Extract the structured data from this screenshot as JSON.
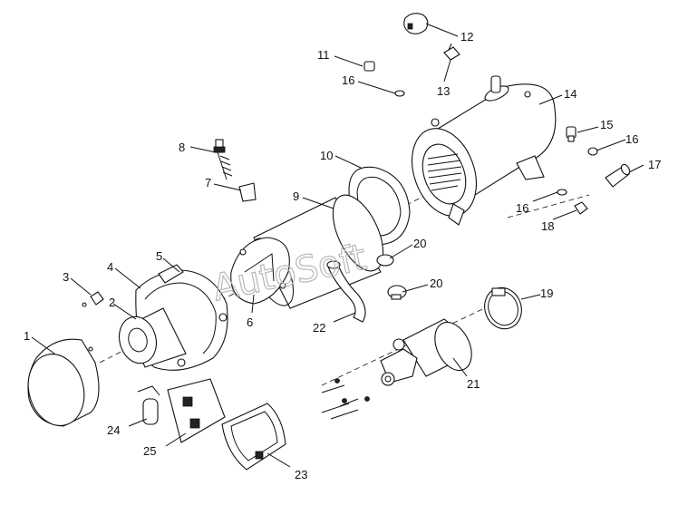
{
  "watermark": "AutoSoft",
  "callouts": [
    {
      "id": "1",
      "text": "1"
    },
    {
      "id": "2",
      "text": "2"
    },
    {
      "id": "3",
      "text": "3"
    },
    {
      "id": "4",
      "text": "4"
    },
    {
      "id": "5",
      "text": "5"
    },
    {
      "id": "6",
      "text": "6"
    },
    {
      "id": "7",
      "text": "7"
    },
    {
      "id": "8",
      "text": "8"
    },
    {
      "id": "9",
      "text": "9"
    },
    {
      "id": "10",
      "text": "10"
    },
    {
      "id": "11",
      "text": "11"
    },
    {
      "id": "12",
      "text": "12"
    },
    {
      "id": "13",
      "text": "13"
    },
    {
      "id": "14",
      "text": "14"
    },
    {
      "id": "15",
      "text": "15"
    },
    {
      "id": "16a",
      "text": "16"
    },
    {
      "id": "16b",
      "text": "16"
    },
    {
      "id": "16c",
      "text": "16"
    },
    {
      "id": "17",
      "text": "17"
    },
    {
      "id": "18",
      "text": "18"
    },
    {
      "id": "19",
      "text": "19"
    },
    {
      "id": "20a",
      "text": "20"
    },
    {
      "id": "20b",
      "text": "20"
    },
    {
      "id": "21",
      "text": "21"
    },
    {
      "id": "22",
      "text": "22"
    },
    {
      "id": "23",
      "text": "23"
    },
    {
      "id": "24",
      "text": "24"
    },
    {
      "id": "25",
      "text": "25"
    }
  ]
}
